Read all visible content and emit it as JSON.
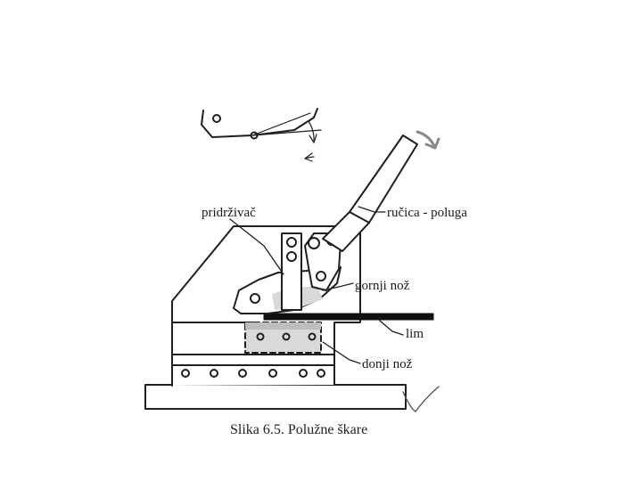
{
  "labels": {
    "holder": "pridrživač",
    "handle": "ručica - poluga",
    "upper_blade": "gornji nož",
    "sheet": "lim",
    "lower_blade": "donji nož"
  },
  "caption": "Slika 6.5. Polužne škare",
  "colors": {
    "line": "#1f1f1f",
    "shade": "#d9d9d9",
    "sheet": "#111111",
    "arrow": "#8a8a8a"
  }
}
